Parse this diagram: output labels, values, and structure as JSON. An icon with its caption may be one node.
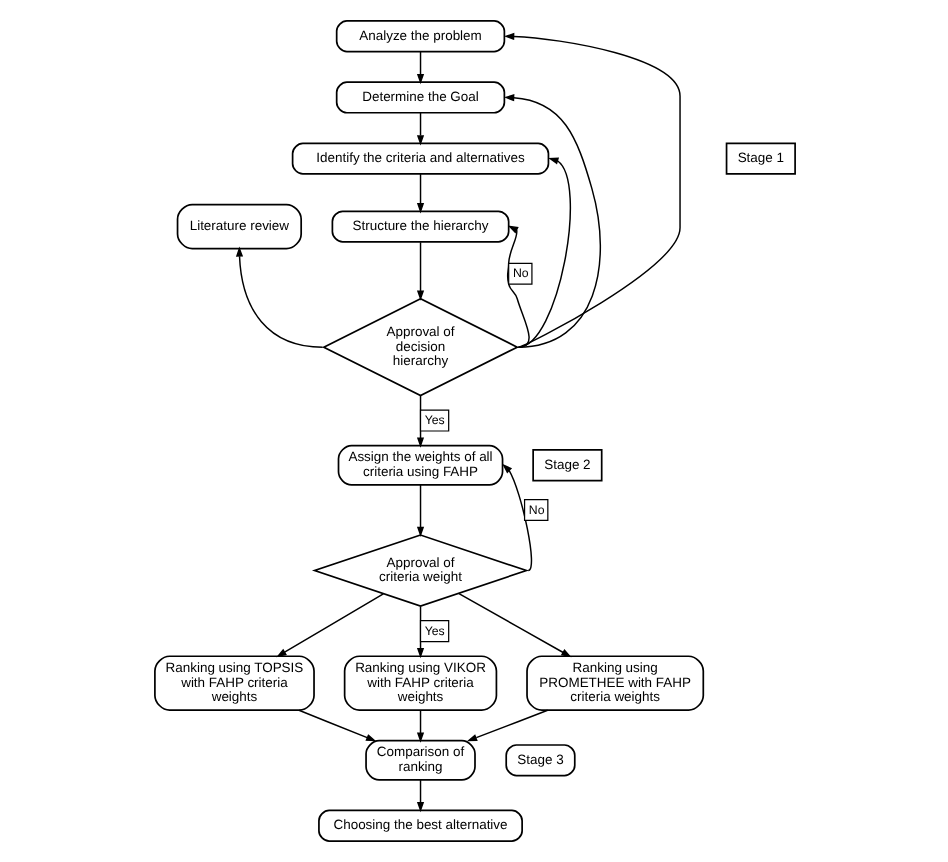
{
  "diagram": {
    "nodes": [
      {
        "text": [
          "Analyze the problem"
        ]
      },
      {
        "text": [
          "Determine the Goal"
        ]
      },
      {
        "text": [
          "Identify the criteria and alternatives"
        ]
      },
      {
        "text": [
          "Structure the hierarchy"
        ]
      },
      {
        "text": [
          "Literature review"
        ]
      },
      {
        "text": [
          "Approval of decision hierarchy"
        ]
      },
      {
        "text": [
          "Assign the weights of all criteria using FAHP"
        ]
      },
      {
        "text": [
          "Approval of criteria weight"
        ]
      },
      {
        "text": [
          "Ranking using TOPSIS with FAHP criteria weights"
        ]
      },
      {
        "text": [
          "Ranking using VIKOR with FAHP criteria weights"
        ]
      },
      {
        "text": [
          "Ranking using PROMETHEE with FAHP criteria weights"
        ]
      },
      {
        "text": [
          "Comparison of ranking"
        ]
      },
      {
        "text": [
          "Choosing the best alternative"
        ]
      },
      {
        "text": [
          "Stage 1"
        ]
      },
      {
        "text": [
          "Stage 2"
        ]
      },
      {
        "text": [
          "Stage 3"
        ]
      }
    ],
    "edges": [
      {
        "from": 0,
        "to": 1,
        "arrow": "to"
      },
      {
        "from": 1,
        "to": 2,
        "arrow": "to"
      },
      {
        "from": 2,
        "to": 3,
        "arrow": "to"
      },
      {
        "from": 3,
        "to": 5,
        "arrow": "to"
      },
      {
        "from": 5,
        "to": 4,
        "arrow": "to"
      },
      {
        "from": 5,
        "to": 3,
        "arrow": "to",
        "label": "No"
      },
      {
        "from": 5,
        "to": 2,
        "arrow": "to"
      },
      {
        "from": 5,
        "to": 1,
        "arrow": "to"
      },
      {
        "from": 5,
        "to": 0,
        "arrow": "to"
      },
      {
        "from": 5,
        "to": 6,
        "arrow": "to",
        "label": "Yes"
      },
      {
        "from": 6,
        "to": 7,
        "arrow": "to"
      },
      {
        "from": 7,
        "to": 6,
        "arrow": "to",
        "label": "No"
      },
      {
        "from": 7,
        "to": 9,
        "arrow": "to",
        "label": "Yes"
      },
      {
        "from": 7,
        "to": 8,
        "arrow": "to"
      },
      {
        "from": 7,
        "to": 10,
        "arrow": "to"
      },
      {
        "from": 8,
        "to": 11,
        "arrow": "to"
      },
      {
        "from": 9,
        "to": 11,
        "arrow": "to"
      },
      {
        "from": 10,
        "to": 11,
        "arrow": "to"
      },
      {
        "from": 11,
        "to": 12,
        "arrow": "to"
      }
    ]
  }
}
